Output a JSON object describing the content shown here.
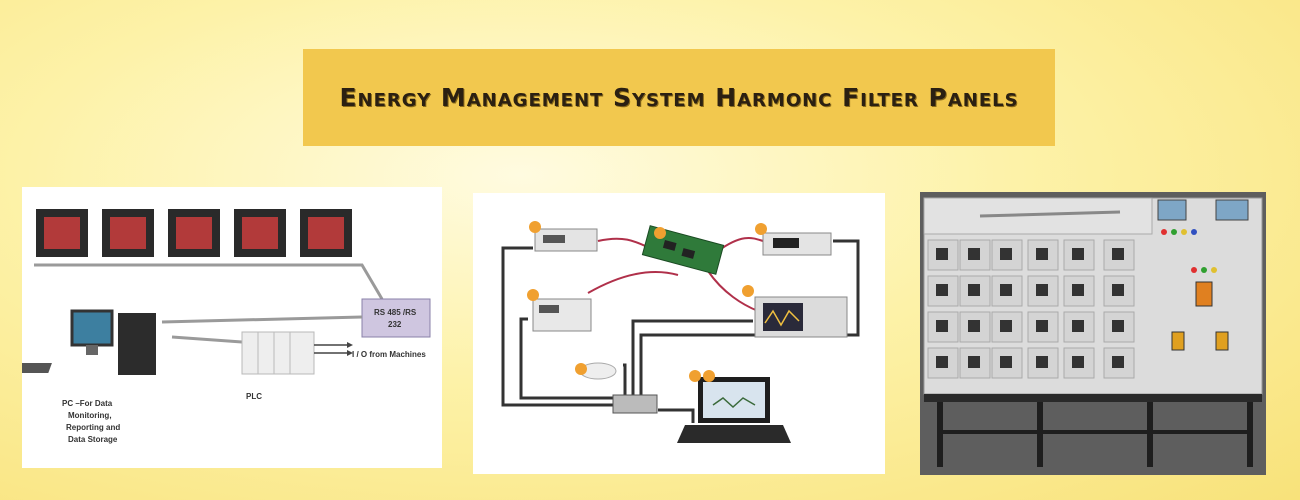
{
  "banner": {
    "title": "Energy Management System Harmonc Filter Panels"
  },
  "diagram1": {
    "rs485_label_line1": "RS 485 /RS",
    "rs485_label_line2": "232",
    "io_label": "I / O from Machines",
    "plc_label": "PLC",
    "pc_label_lines": [
      "PC –For Data",
      "Monitoring,",
      "Reporting and",
      "Data Storage"
    ]
  },
  "colors": {
    "banner": "#f2c84e",
    "title_text": "#2b2012",
    "cable_red": "#b0304a",
    "marker_orange": "#f0a030"
  }
}
